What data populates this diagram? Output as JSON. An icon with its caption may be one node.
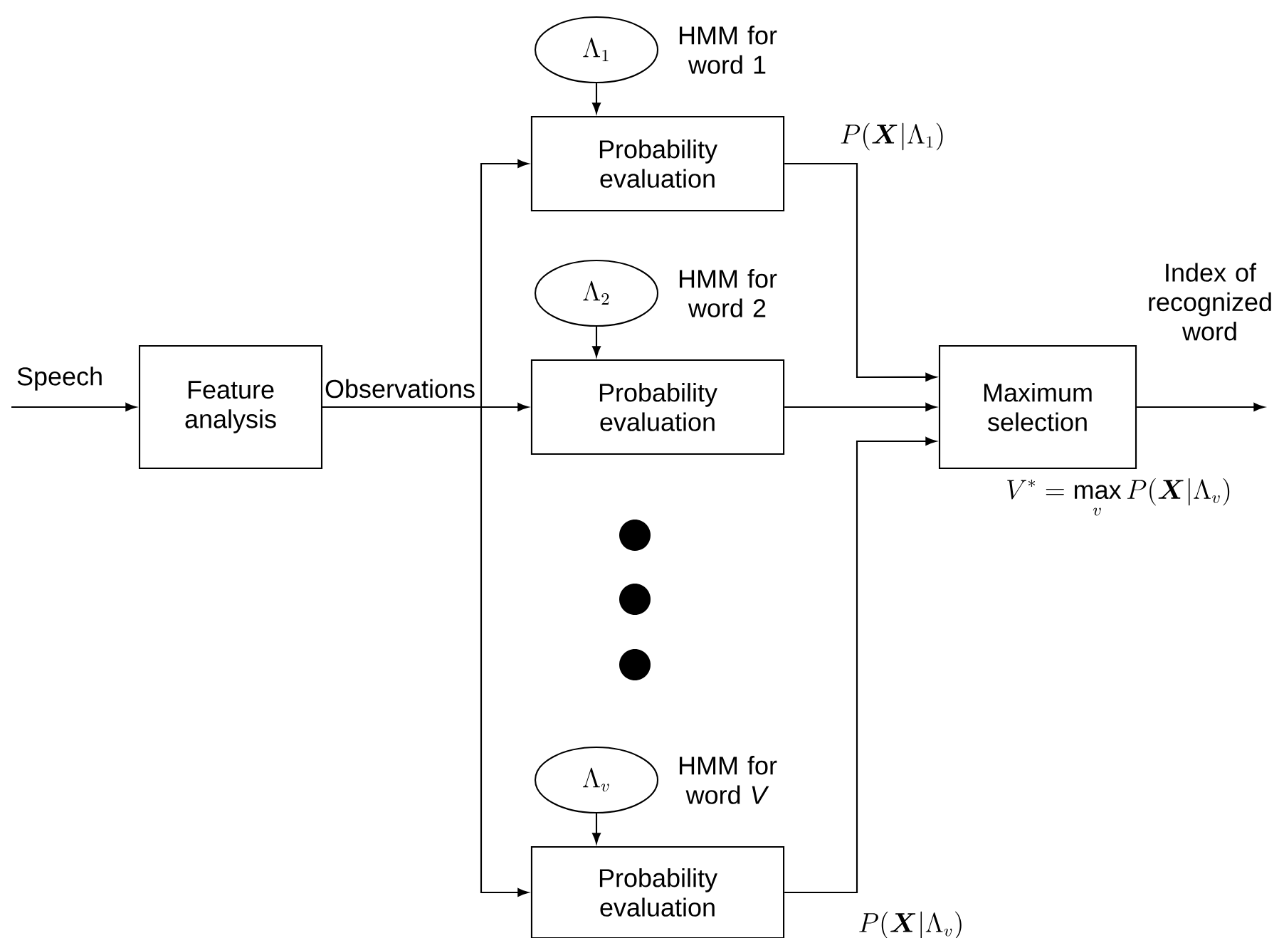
{
  "diagram": {
    "nodes": [
      {
        "text": [
          "Feature analysis"
        ]
      },
      {
        "text": [
          "Probability evaluation"
        ]
      },
      {
        "text": [
          "Probability evaluation"
        ]
      },
      {
        "text": [
          "Probability evaluation"
        ]
      },
      {
        "text": [
          "Maximum selection"
        ],
        "beside": [
          "V^{*} = \\max_{v} P(\\boldsymbol{X}|\\Lambda_{v})"
        ]
      },
      {
        "text": [
          "\\Lambda_1"
        ],
        "beside": [
          "HMM for word 1"
        ]
      },
      {
        "text": [
          "\\Lambda_2"
        ],
        "beside": [
          "HMM for word 2"
        ]
      },
      {
        "text": [
          "\\Lambda_{v}"
        ],
        "beside": [
          "HMM for word *V*"
        ]
      }
    ],
    "edges": [
      {
        "from": null,
        "to": 0,
        "arrow": "to",
        "label": "Speech"
      },
      {
        "from": 0,
        "to": 1,
        "arrow": "to"
      },
      {
        "from": 0,
        "to": 2,
        "arrow": "to",
        "label": "Observations"
      },
      {
        "from": 0,
        "to": 3,
        "arrow": "to"
      },
      {
        "from": 5,
        "to": 1,
        "arrow": "to"
      },
      {
        "from": 6,
        "to": 2,
        "arrow": "to"
      },
      {
        "from": 7,
        "to": 3,
        "arrow": "to"
      },
      {
        "from": 1,
        "to": 4,
        "arrow": "to",
        "label": "P(\\boldsymbol{X}|\\Lambda_1)"
      },
      {
        "from": 2,
        "to": 4,
        "arrow": "to"
      },
      {
        "from": 3,
        "to": 4,
        "arrow": "to",
        "label": "P(\\boldsymbol{X}|\\Lambda_{v})"
      },
      {
        "from": 4,
        "to": null,
        "arrow": "to",
        "label": "Index of recognized word"
      }
    ]
  }
}
